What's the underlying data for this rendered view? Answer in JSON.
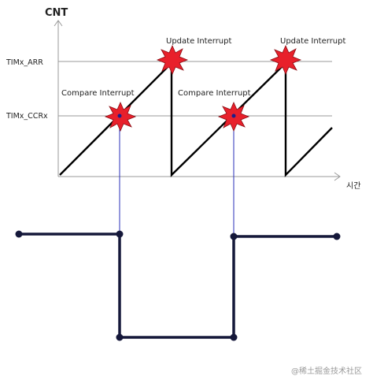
{
  "y_axis_label": "CNT",
  "x_axis_label": "시간",
  "levels": {
    "arr_label": "TIMx_ARR",
    "ccr_label": "TIMx_CCRx"
  },
  "events": {
    "update_label": "Update Interrupt",
    "compare_label": "Compare Interrupt"
  },
  "watermark": "@稀土掘金技术社区",
  "colors": {
    "counter_line": "#000000",
    "burst": "#e8202b",
    "burst_edge": "#8a0d14",
    "marker_line": "#2a2fb8",
    "output_signal": "#15183a",
    "guide_line": "#9a9a9a"
  }
}
